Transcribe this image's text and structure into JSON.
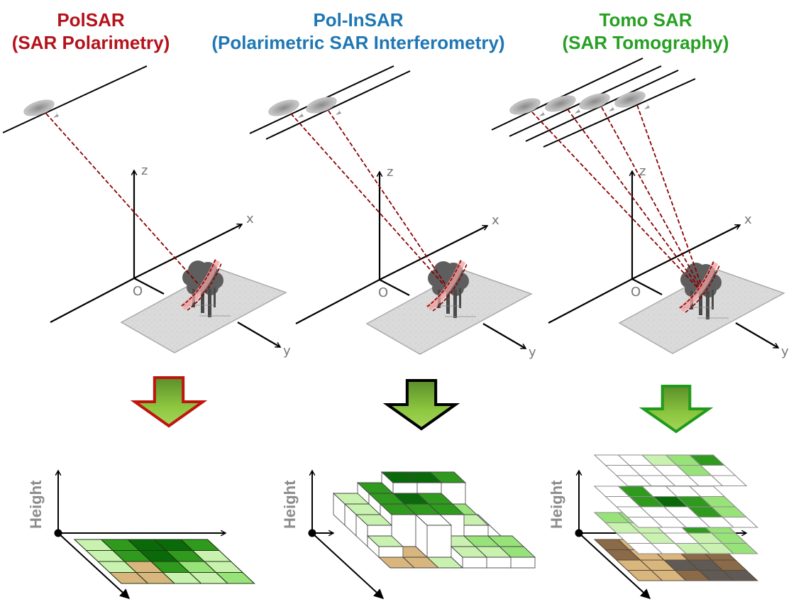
{
  "colors": {
    "polsar": "#b5121b",
    "polinsar": "#1f77b4",
    "tomosar": "#27a023",
    "beam": "#8b0000",
    "grid_dark_green": "#0a6a0a",
    "grid_mid_green": "#2f9a1e",
    "grid_light_green": "#98e27a",
    "grid_pale_green": "#c9f1b0",
    "grid_tan": "#d9b67e",
    "grid_brown": "#8a6a48",
    "grid_gray": "#5f5a55",
    "grid_white": "#ffffff"
  },
  "panels": [
    {
      "id": "polsar",
      "title_line1": "PolSAR",
      "title_line2": "(SAR Polarimetry)",
      "title_color": "#b5121b",
      "satellites": 1,
      "tracks": 1,
      "axes": {
        "x": "x",
        "y": "y",
        "z": "z",
        "origin": "O"
      },
      "arrow_border_color": "#c0140f",
      "result": {
        "height_label": "Height",
        "kind": "flat-map",
        "grid": [
          [
            "pale",
            "mid",
            "dark",
            "dark",
            "mid"
          ],
          [
            "pale",
            "mid",
            "dark",
            "mid",
            "pale"
          ],
          [
            "pale",
            "tan",
            "mid",
            "light",
            "pale"
          ],
          [
            "tan",
            "tan",
            "pale",
            "pale",
            "light"
          ]
        ]
      }
    },
    {
      "id": "polinsar",
      "title_line1": "Pol-InSAR",
      "title_line2": "(Polarimetric SAR Interferometry)",
      "title_color": "#1f77b4",
      "satellites": 2,
      "tracks": 2,
      "axes": {
        "x": "x",
        "y": "y",
        "z": "z",
        "origin": "O"
      },
      "arrow_border_color": "#000000",
      "result": {
        "height_label": "Height",
        "kind": "height-blocks"
      }
    },
    {
      "id": "tomosar",
      "title_line1": "Tomo SAR",
      "title_line2": "(SAR Tomography)",
      "title_color": "#27a023",
      "satellites": 4,
      "tracks": 4,
      "axes": {
        "x": "x",
        "y": "y",
        "z": "z",
        "origin": "O"
      },
      "arrow_border_color": "#1f9a1a",
      "result": {
        "height_label": "Height",
        "kind": "stacked-layers",
        "layers": [
          [
            [
              "white",
              "white",
              "pale",
              "light",
              "mid"
            ],
            [
              "white",
              "white",
              "white",
              "light",
              "white"
            ],
            [
              "white",
              "white",
              "white",
              "white",
              "white"
            ]
          ],
          [
            [
              "white",
              "mid",
              "white",
              "white",
              "white"
            ],
            [
              "white",
              "mid",
              "dark",
              "mid",
              "light"
            ],
            [
              "white",
              "white",
              "white",
              "mid",
              "light"
            ],
            [
              "white",
              "white",
              "white",
              "white",
              "white"
            ]
          ],
          [
            [
              "light",
              "light",
              "white",
              "white",
              "white"
            ],
            [
              "pale",
              "pale",
              "white",
              "mid",
              "light"
            ],
            [
              "white",
              "pale",
              "white",
              "pale",
              "light"
            ],
            [
              "white",
              "white",
              "pale",
              "pale",
              "light"
            ]
          ],
          [
            [
              "brown",
              "tan",
              "tan",
              "tan",
              "brown"
            ],
            [
              "brown",
              "tan",
              "tan",
              "brown",
              "brown"
            ],
            [
              "tan",
              "tan",
              "gray",
              "gray",
              "brown"
            ],
            [
              "tan",
              "tan",
              "brown",
              "gray",
              "gray"
            ]
          ]
        ]
      }
    }
  ]
}
